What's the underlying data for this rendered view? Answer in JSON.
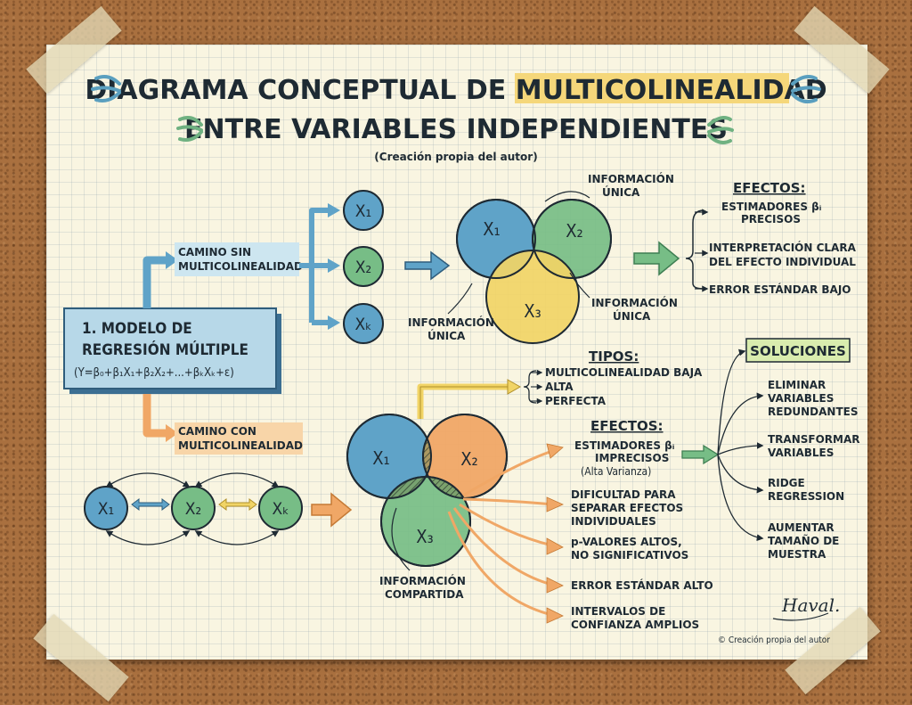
{
  "title": {
    "line1_prefix": "DIAGRAMA CONCEPTUAL DE ",
    "line1_highlight": "MULTICOLINEALIDAD",
    "line2": "ENTRE VARIABLES INDEPENDIENTES",
    "subtitle": "(Creación propia del autor)"
  },
  "model": {
    "line1": "1. MODELO DE",
    "line2": "REGRESIÓN MÚLTIPLE",
    "formula": "(Y=β₀+β₁X₁+β₂X₂+...+βₖXₖ+ε)"
  },
  "path_without": {
    "line1": "CAMINO SIN",
    "line2": "MULTICOLINEALIDAD"
  },
  "path_with": {
    "line1": "CAMINO CON",
    "line2": "MULTICOLINEALIDAD"
  },
  "variables": {
    "x1": "X₁",
    "x2": "X₂",
    "xk": "Xₖ",
    "x3": "X₃"
  },
  "top_venn": {
    "info_unique_top": [
      "INFORMACIÓN",
      "ÚNICA"
    ],
    "info_unique_right": [
      "INFORMACIÓN",
      "ÚNICA"
    ],
    "info_unique_left": [
      "INFORMACIÓN",
      "ÚNICA"
    ]
  },
  "top_effects": {
    "heading": "EFECTOS:",
    "items": [
      [
        "ESTIMADORES βᵢ",
        "PRECISOS"
      ],
      [
        "INTERPRETACIÓN CLARA",
        "DEL EFECTO INDIVIDUAL"
      ],
      [
        "ERROR ESTÁNDAR BAJO"
      ]
    ]
  },
  "types": {
    "heading": "TIPOS:",
    "items": [
      "MULTICOLINEALIDAD BAJA",
      "ALTA",
      "PERFECTA"
    ]
  },
  "bottom_venn": {
    "shared": [
      "INFORMACIÓN",
      "COMPARTIDA"
    ]
  },
  "bottom_effects": {
    "heading": "EFECTOS:",
    "items": [
      [
        "ESTIMADORES βᵢ",
        "IMPRECISOS",
        "(Alta Varianza)"
      ],
      [
        "DIFICULTAD PARA",
        "SEPARAR EFECTOS",
        "INDIVIDUALES"
      ],
      [
        "p-VALORES ALTOS,",
        "NO SIGNIFICATIVOS"
      ],
      [
        "ERROR ESTÁNDAR ALTO"
      ],
      [
        "INTERVALOS DE",
        "CONFIANZA AMPLIOS"
      ]
    ]
  },
  "solutions": {
    "heading": "SOLUCIONES",
    "items": [
      [
        "ELIMINAR",
        "VARIABLES",
        "REDUNDANTES"
      ],
      [
        "TRANSFORMAR",
        "VARIABLES"
      ],
      [
        "RIDGE",
        "REGRESSION"
      ],
      [
        "AUMENTAR",
        "TAMAÑO DE",
        "MUESTRA"
      ]
    ]
  },
  "signature": "Haval.",
  "copyright": "© Creación propia del autor",
  "colors": {
    "blue": "#5fa3c8",
    "green": "#77bd86",
    "yellow": "#f1d466",
    "orange": "#f0a766",
    "lime": "#d9ecae",
    "dark": "#1e2a33"
  }
}
